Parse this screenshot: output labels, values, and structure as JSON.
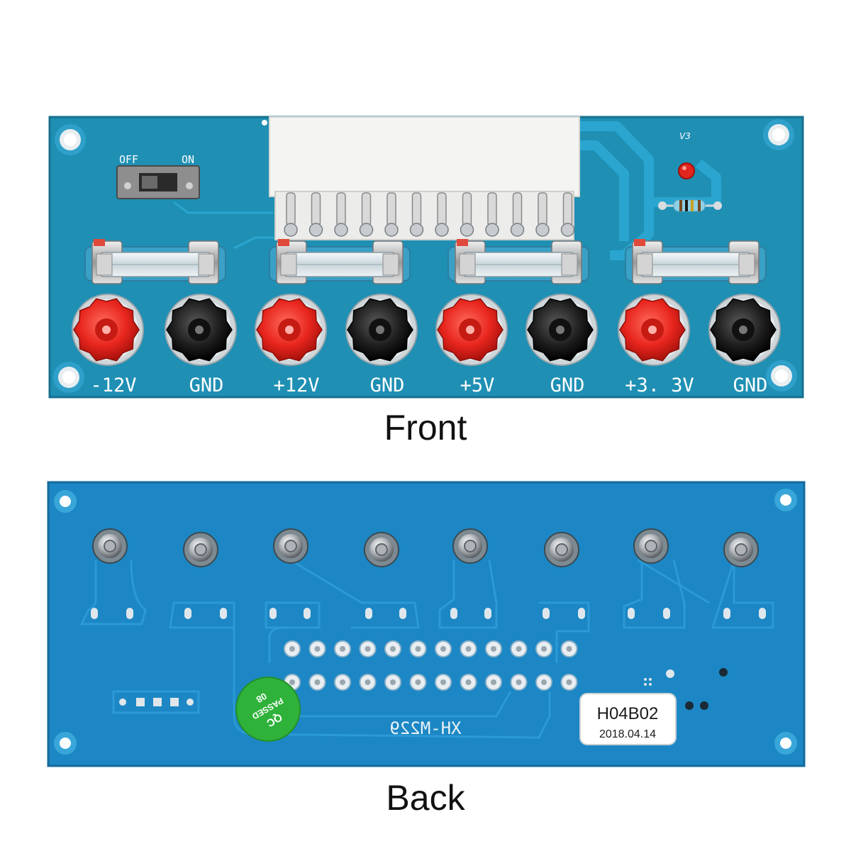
{
  "front": {
    "caption": "Front",
    "switch": {
      "off_label": "OFF",
      "on_label": "ON"
    },
    "version_label": "V3",
    "terminal_labels": [
      "-12V",
      "GND",
      "+12V",
      "GND",
      "+5V",
      "GND",
      "+3. 3V",
      "GND"
    ],
    "terminal_colors": [
      "red",
      "black",
      "red",
      "black",
      "red",
      "black",
      "red",
      "black"
    ]
  },
  "back": {
    "caption": "Back",
    "model_label": "XH-M229",
    "qc_sticker": {
      "line1": "QC",
      "line2": "PASSED",
      "line3": "08"
    },
    "batch_sticker": {
      "code": "H04B02",
      "date": "2018.04.14"
    }
  },
  "colors": {
    "pcb_front": "#1f8fb4",
    "pcb_back": "#1c87c4",
    "trace": "#2aa5cf",
    "terminal_red": "#e8261e",
    "terminal_black": "#1a1a1a",
    "connector": "#f4f4f2",
    "qc_green": "#2fb23a"
  }
}
